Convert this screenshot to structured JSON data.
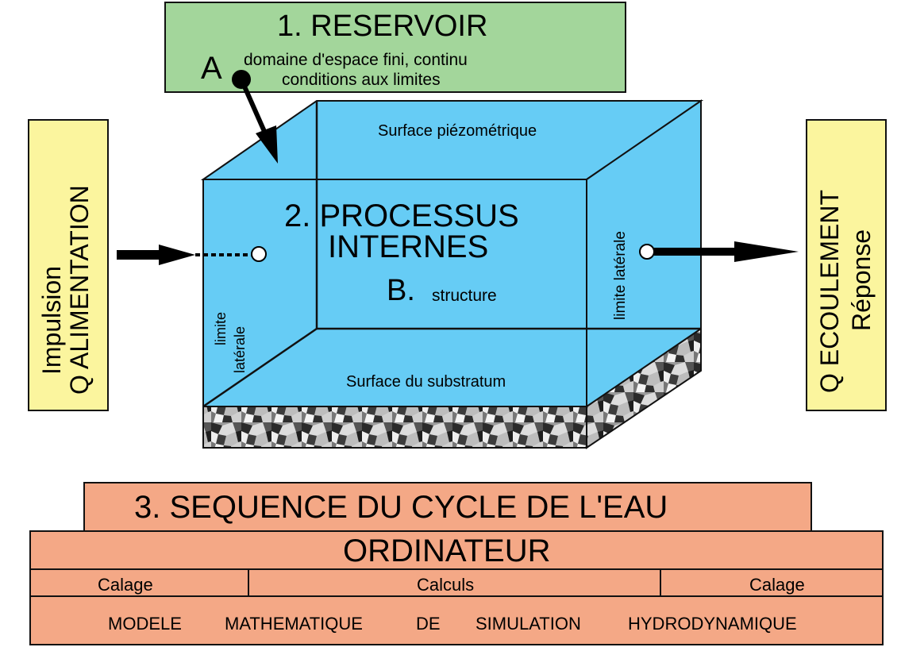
{
  "reservoir": {
    "title": "1. RESERVOIR",
    "marker": "A",
    "line1": "domaine d'espace fini, continu",
    "line2": "conditions aux limites"
  },
  "cube": {
    "top_label": "Surface piézométrique",
    "title_line1": "2. PROCESSUS",
    "title_line2": "INTERNES",
    "marker": "B.",
    "structure": "structure",
    "left_limit_line1": "limite",
    "left_limit_line2": "latérale",
    "right_limit": "limite latérale",
    "bottom_label": "Surface du substratum"
  },
  "input": {
    "line1": "Impulsion",
    "line2": "Q ALIMENTATION"
  },
  "output": {
    "line1": "Q ECOULEMENT",
    "line2": "Réponse"
  },
  "sequence": {
    "title": "3. SEQUENCE DU CYCLE DE L'EAU"
  },
  "computer": {
    "title": "ORDINATEUR",
    "cells": [
      "Calage",
      "Calculs",
      "Calage"
    ],
    "model_words": [
      "MODELE",
      "MATHEMATIQUE",
      "DE",
      "SIMULATION",
      "HYDRODYNAMIQUE"
    ]
  },
  "colors": {
    "reservoir_green": "#a3d69b",
    "cube_blue": "#66ccf5",
    "side_yellow": "#fbf59e",
    "salmon": "#f4a886"
  }
}
